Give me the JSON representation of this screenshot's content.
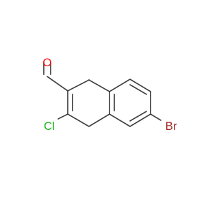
{
  "molecule": {
    "atoms": {
      "oxygen": "O",
      "chlorine": "Cl",
      "bromine": "Br"
    }
  },
  "colors": {
    "bond": "#404040",
    "oxygen": "#ff0d0d",
    "chlorine": "#1fb51f",
    "bromine": "#a62929",
    "background": "#ffffff"
  }
}
